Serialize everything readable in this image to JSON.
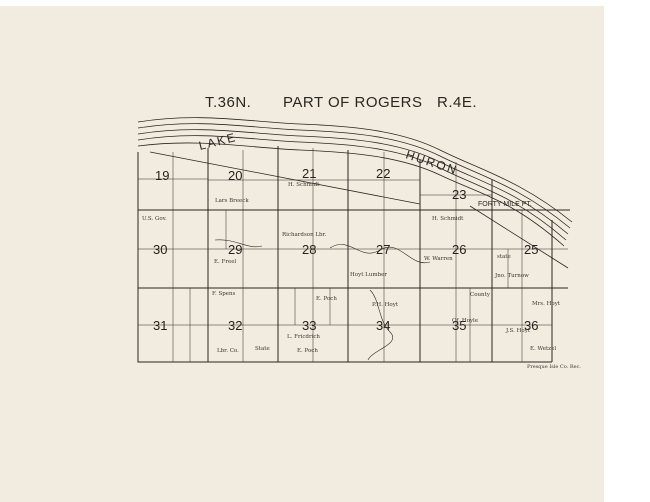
{
  "map": {
    "title_township": "T.36N.",
    "title_name": "PART OF ROGERS",
    "title_range": "R.4E.",
    "lake_word_1": "LAKE",
    "lake_word_2": "HURON",
    "point_label": "FORTY MILE PT.",
    "credit": "Presque Isle Co. Rec.",
    "colors": {
      "paper": "#f1ecdf",
      "ink": "#2a2622"
    }
  },
  "sections": [
    {
      "id": "s19",
      "label": "19"
    },
    {
      "id": "s20",
      "label": "20"
    },
    {
      "id": "s21",
      "label": "21"
    },
    {
      "id": "s22",
      "label": "22"
    },
    {
      "id": "s23",
      "label": "23"
    },
    {
      "id": "s30",
      "label": "30"
    },
    {
      "id": "s29",
      "label": "29"
    },
    {
      "id": "s28",
      "label": "28"
    },
    {
      "id": "s27",
      "label": "27"
    },
    {
      "id": "s26",
      "label": "26"
    },
    {
      "id": "s25",
      "label": "25"
    },
    {
      "id": "s31",
      "label": "31"
    },
    {
      "id": "s32",
      "label": "32"
    },
    {
      "id": "s33",
      "label": "33"
    },
    {
      "id": "s34",
      "label": "34"
    },
    {
      "id": "s35",
      "label": "35"
    },
    {
      "id": "s36",
      "label": "36"
    }
  ],
  "owners": [
    {
      "id": "o1",
      "text": "H. Schmidt"
    },
    {
      "id": "o2",
      "text": "Lars Breeck"
    },
    {
      "id": "o3",
      "text": "U.S. Gov."
    },
    {
      "id": "o4",
      "text": "E. Freel"
    },
    {
      "id": "o5",
      "text": "Richardson Lbr."
    },
    {
      "id": "o6",
      "text": "Hoyt Lumber"
    },
    {
      "id": "o7",
      "text": "H. Schmidt"
    },
    {
      "id": "o8",
      "text": "W. Warren"
    },
    {
      "id": "o9",
      "text": "state"
    },
    {
      "id": "o10",
      "text": "F. Spens"
    },
    {
      "id": "o11",
      "text": "E. Poch"
    },
    {
      "id": "o12",
      "text": "L. Fricdrich"
    },
    {
      "id": "o13",
      "text": "P.H. Hoyt"
    },
    {
      "id": "o14",
      "text": "Of. Hoyle"
    },
    {
      "id": "o15",
      "text": "J.S. Hoyt"
    },
    {
      "id": "o16",
      "text": "E. Wetzel"
    },
    {
      "id": "o17",
      "text": "E. Poch"
    },
    {
      "id": "o18",
      "text": "Mrs. Hoyt"
    },
    {
      "id": "o19",
      "text": "State"
    },
    {
      "id": "o20",
      "text": "Lbr. Co."
    },
    {
      "id": "o21",
      "text": "Jno. Turnow"
    },
    {
      "id": "o22",
      "text": "County"
    }
  ]
}
